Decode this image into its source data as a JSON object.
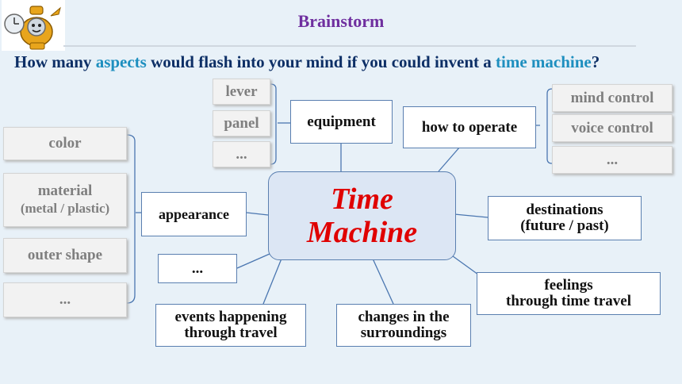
{
  "title": "Brainstorm",
  "question": {
    "part1": "How many ",
    "highlight1": "aspects",
    "part2": " would flash into your mind if you could invent a ",
    "highlight2": "time machine",
    "part3": "?"
  },
  "center": {
    "line1": "Time",
    "line2": "Machine"
  },
  "nodes": {
    "equipment": "equipment",
    "how_to_operate": "how to operate",
    "appearance": "appearance",
    "destinations_line1": "destinations",
    "destinations_line2": "(future / past)",
    "feelings_line1": "feelings",
    "feelings_line2": "through time travel",
    "changes_line1": "changes in the",
    "changes_line2": "surroundings",
    "events_line1": "events happening",
    "events_line2": "through travel",
    "more": "..."
  },
  "equipment_items": [
    "lever",
    "panel",
    "..."
  ],
  "operate_items": [
    "mind control",
    "voice control",
    "..."
  ],
  "appearance_items": {
    "color": "color",
    "material_line1": "material",
    "material_line2": "(metal / plastic)",
    "outer_shape": "outer shape",
    "more": "..."
  },
  "colors": {
    "title": "#6f2f9f",
    "question": "#0d2f66",
    "highlight": "#1e8fbf",
    "center_text": "#e00000",
    "center_fill": "#dce6f4",
    "line": "#4a76b0"
  }
}
